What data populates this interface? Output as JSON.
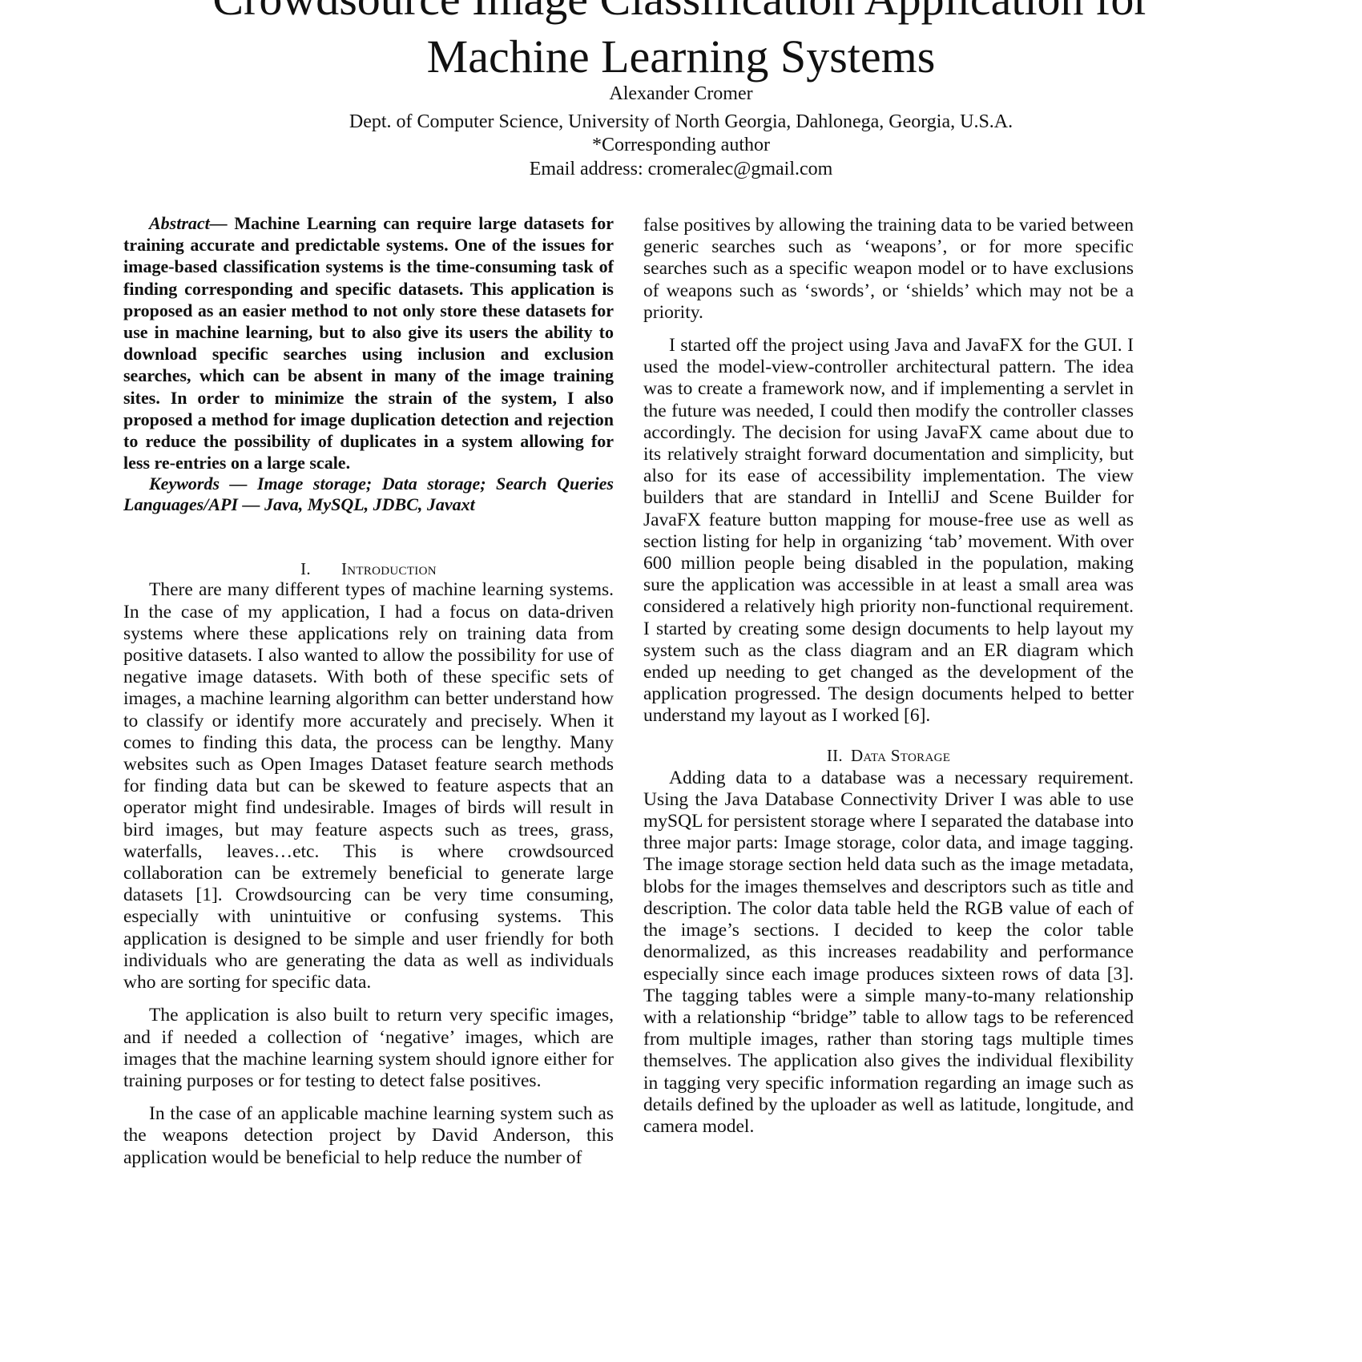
{
  "title": {
    "line1": "Crowdsource Image Classification Application for",
    "line2": "Machine Learning Systems"
  },
  "author": {
    "name": "Alexander Cromer",
    "affiliation": "Dept. of Computer Science, University of North Georgia, Dahlonega, Georgia, U.S.A.",
    "corresponding": "*Corresponding author",
    "email": "Email address: cromeralec@gmail.com"
  },
  "abstract": {
    "label": "Abstract—",
    "text": " Machine Learning can require large datasets for training accurate and predictable systems. One of the issues for image-based classification systems is the time-consuming task of finding corresponding and specific datasets. This application is proposed as an easier method to not only store these datasets for use in machine learning, but to also give its users the ability to download specific searches using inclusion and exclusion searches, which can be absent in many of the image training sites. In order to minimize the strain of the system, I also proposed a method for image duplication detection and rejection to reduce the possibility of duplicates in a system allowing for less re-entries on a large scale."
  },
  "keywords": {
    "text": "Keywords — Image storage; Data storage; Search Queries Languages/API — Java, MySQL, JDBC, Javaxt"
  },
  "section1": {
    "number": "I.",
    "title": "Introduction",
    "paragraphs": [
      "There are many different types of machine learning systems. In the case of my application, I had a focus on data-driven systems where these applications rely on training data from positive datasets. I also wanted to allow the possibility for use of negative image datasets. With both of these specific sets of images, a machine learning algorithm can better understand how to classify or identify more accurately and precisely. When it comes to finding this data, the process can be lengthy. Many websites such as Open Images Dataset feature search methods for finding data but can be skewed to feature aspects that an operator might find undesirable. Images of birds will result in bird images, but may feature aspects such as trees, grass, waterfalls, leaves…etc. This is where crowdsourced collaboration can be extremely beneficial to generate large datasets [1]. Crowdsourcing can be very time consuming, especially with unintuitive or confusing systems. This application is designed to be simple and user friendly for both individuals who are generating the data as well as individuals who are sorting for specific data.",
      "The application is also built to return very specific images, and if needed a collection of ‘negative’ images, which are images that the machine learning system should ignore either for training purposes or for testing to detect false positives.",
      "In the case of an applicable machine learning system such as the weapons detection project by David Anderson, this application would be beneficial to help reduce the number of"
    ]
  },
  "right_column": {
    "continuation": "false positives by allowing the training data to be varied between generic searches such as ‘weapons’, or for more specific searches such as a specific weapon model or to have exclusions of weapons such as ‘swords’, or ‘shields’ which may not be a priority.",
    "paragraph2": "I started off the project using Java and JavaFX for the GUI. I used the model-view-controller architectural pattern. The idea was to create a framework now, and if implementing a servlet in the future was needed, I could then modify the controller classes accordingly. The decision for using JavaFX came about due to its relatively straight forward documentation and simplicity, but also for its ease of accessibility implementation. The view builders that are standard in IntelliJ and Scene Builder for JavaFX feature button mapping for mouse-free use as well as section listing for help in organizing ‘tab’ movement. With over 600 million people being disabled in the population, making sure the application was accessible in at least a small area was considered a relatively high priority non-functional requirement. I started by creating some design documents to help layout my system such as the class diagram and an ER diagram which ended up needing to get changed as the development of the application progressed. The design documents helped to better understand my layout as I worked [6]."
  },
  "section2": {
    "number": "II.",
    "title": "Data Storage",
    "paragraph": "Adding data to a database was a necessary requirement. Using the Java Database Connectivity Driver I was able to use mySQL for persistent storage where I separated the database into three major parts: Image storage, color data, and image tagging. The image storage section held data such as the image metadata, blobs for the images themselves and descriptors such as title and description. The color data table held the RGB value of each of the image’s sections. I decided to keep the color table denormalized, as this increases readability and performance especially since each image produces sixteen rows of data [3]. The tagging tables were a simple many-to-many relationship with a relationship “bridge” table to allow tags to be referenced from multiple images, rather than storing tags multiple times themselves. The application also gives the individual flexibility in tagging very specific information regarding an image such as details defined by the uploader as well as latitude, longitude, and camera model."
  }
}
